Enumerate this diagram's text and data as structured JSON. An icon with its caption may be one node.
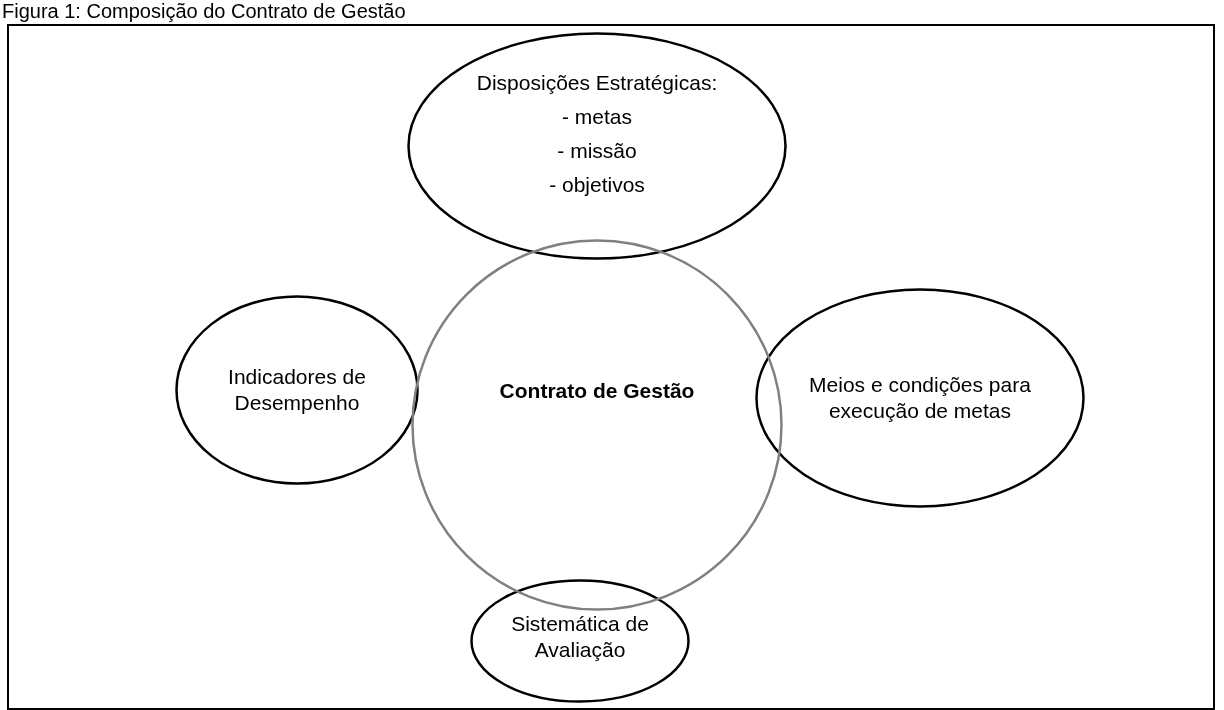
{
  "diagram": {
    "title": "Figura 1: Composição do Contrato de Gestão",
    "nodes": [
      {
        "text": [
          "Disposições Estratégicas:",
          "- metas",
          "- missão",
          "- objetivos"
        ]
      },
      {
        "text": [
          "Indicadores de Desempenho"
        ]
      },
      {
        "text": [
          "Contrato de Gestão"
        ]
      },
      {
        "text": [
          "Meios e condições para execução de metas"
        ]
      },
      {
        "text": [
          "Sistemática de Avaliação"
        ]
      }
    ],
    "edges": []
  }
}
